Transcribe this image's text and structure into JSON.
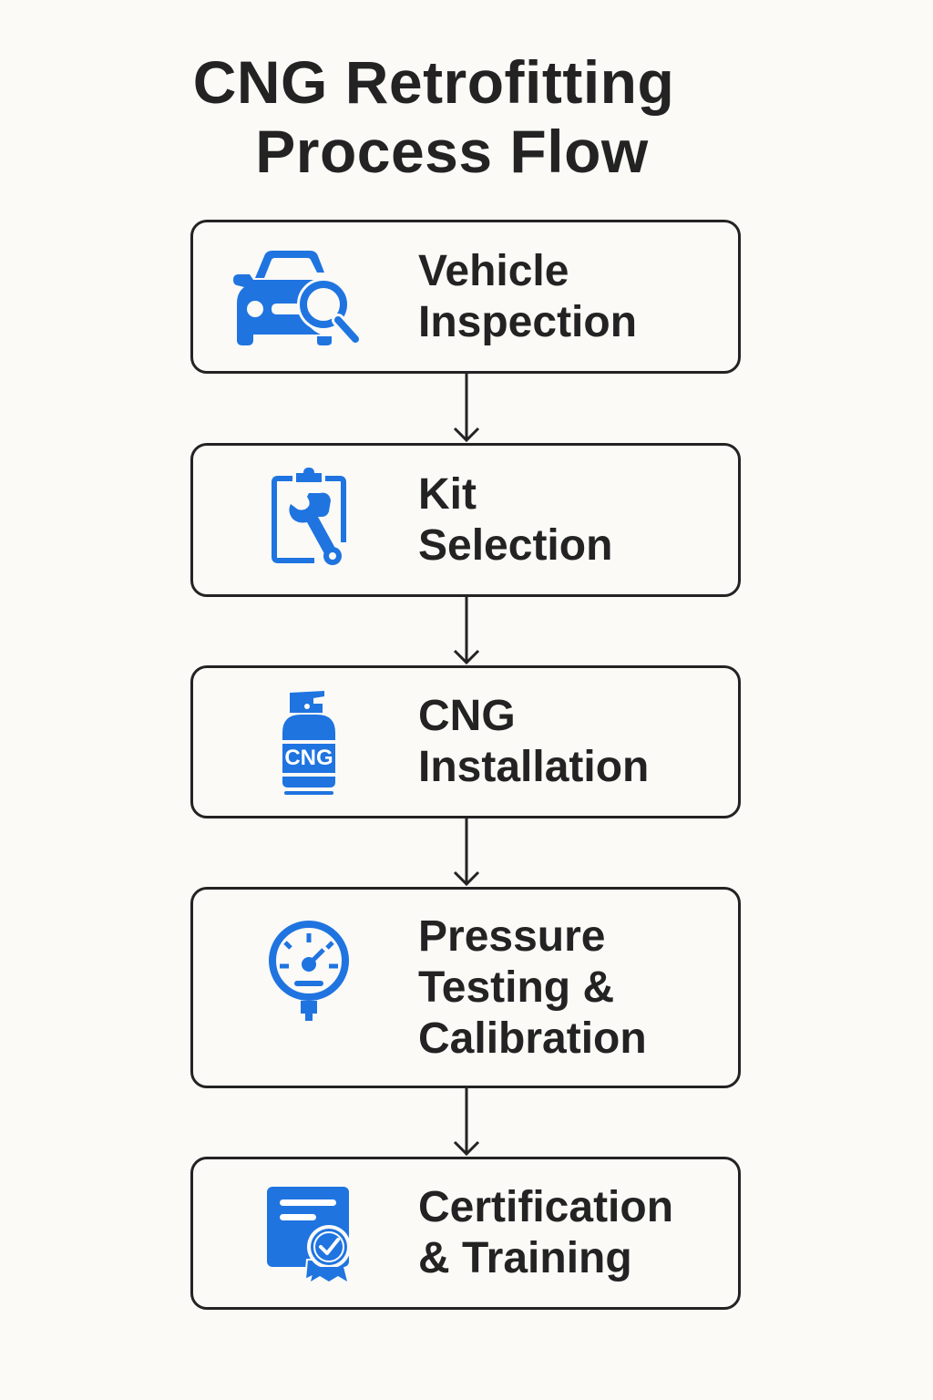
{
  "title": {
    "line1": "CNG Retrofitting",
    "line2": "Process Flow"
  },
  "colors": {
    "accent_blue": "#1f74e0",
    "text": "#232323",
    "border": "#232323",
    "background": "#fbfaf7"
  },
  "steps": [
    {
      "label": "Vehicle\nInspection",
      "icon": "car-magnifier-icon"
    },
    {
      "label": "Kit\nSelection",
      "icon": "clipboard-wrench-icon"
    },
    {
      "label": "CNG\nInstallation",
      "icon": "cng-cylinder-icon",
      "icon_text": "CNG"
    },
    {
      "label": "Pressure\nTesting &\nCalibration",
      "icon": "pressure-gauge-icon"
    },
    {
      "label": "Certification\n& Training",
      "icon": "certificate-badge-icon"
    }
  ]
}
